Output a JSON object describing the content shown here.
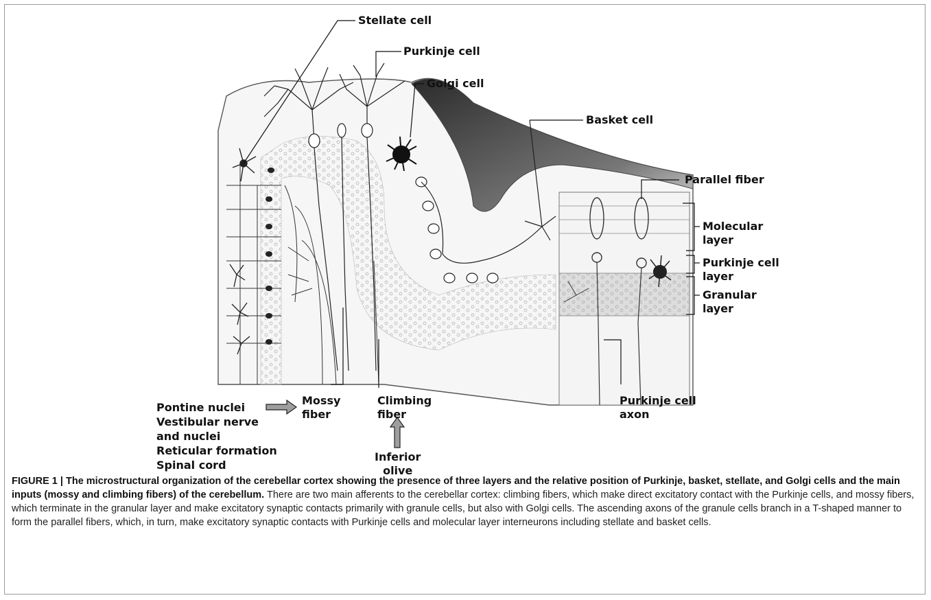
{
  "labels": {
    "stellate_cell": "Stellate cell",
    "purkinje_cell": "Purkinje cell",
    "golgi_cell": "Golgi cell",
    "basket_cell": "Basket cell",
    "parallel_fiber": "Parallel fiber",
    "molecular_layer": "Molecular\nlayer",
    "purkinje_cell_layer": "Purkinje cell\nlayer",
    "granular_layer": "Granular\nlayer",
    "mossy_fiber": "Mossy\nfiber",
    "climbing_fiber": "Climbing\nfiber",
    "purkinje_cell_axon": "Purkinje cell\naxon",
    "mossy_inputs": "Pontine nuclei\nVestibular nerve\nand nuclei\nReticular formation\nSpinal cord",
    "inferior_olive": "Inferior\nolive"
  },
  "caption": {
    "title": "FIGURE 1 | The microstructural organization of the cerebellar cortex showing the presence of three layers and the relative position of Purkinje, basket, stellate, and Golgi cells and the main inputs (mossy and climbing fibers) of the cerebellum.",
    "body": " There are two main afferents to the cerebellar cortex: climbing fibers, which make direct excitatory contact with the Purkinje cells, and mossy fibers, which terminate in the granular layer and make excitatory synaptic contacts primarily with granule cells, but also with Golgi cells. The ascending axons of the granule cells branch in a T-shaped manner to form the parallel fibers, which, in turn, make excitatory synaptic contacts with Purkinje cells and molecular layer interneurons including stellate and basket cells."
  },
  "colors": {
    "frame": "#9a9a9a",
    "ink": "#222222",
    "shading": "#3a3a3a",
    "arrow_fill": "#9e9e9e"
  }
}
